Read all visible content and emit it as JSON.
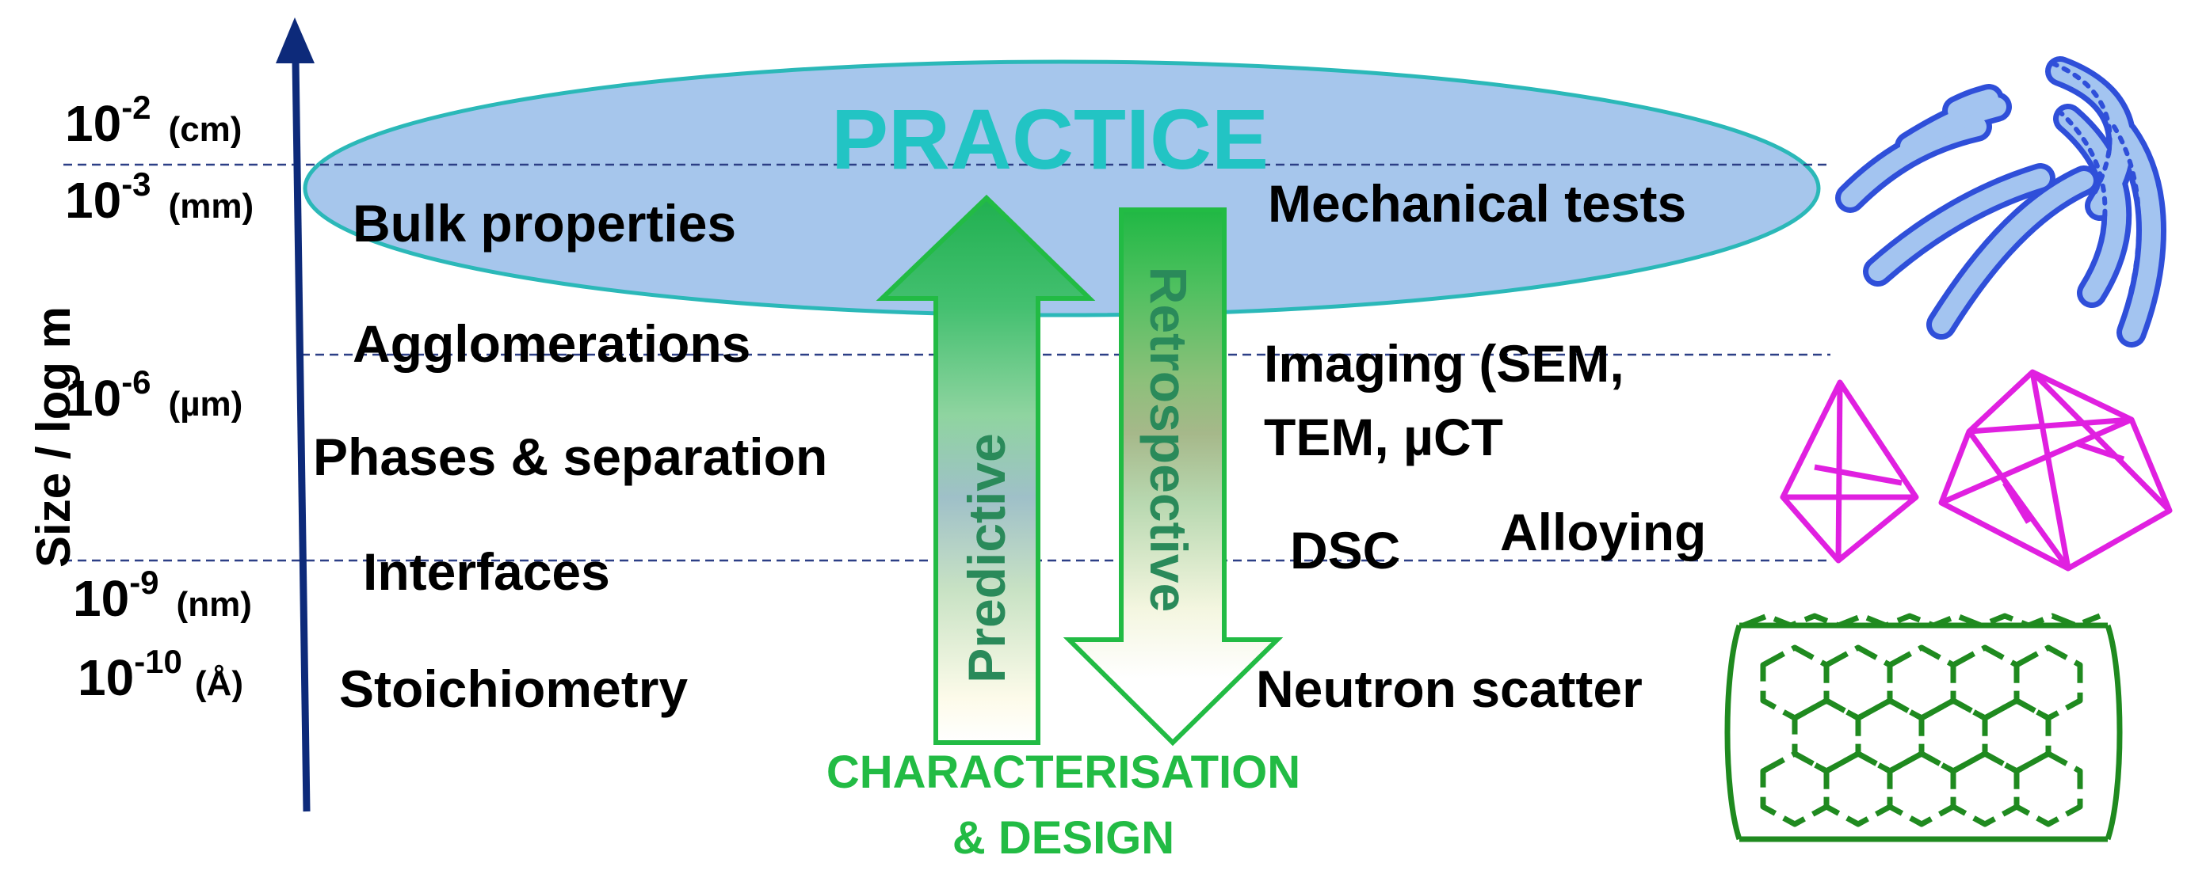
{
  "axis": {
    "label": "Size / log m",
    "ticks": [
      {
        "base": "10",
        "exp": "-2",
        "unit": "(cm)"
      },
      {
        "base": "10",
        "exp": "-3",
        "unit": "(mm)"
      },
      {
        "base": "10",
        "exp": "-6",
        "unit": "(µm)"
      },
      {
        "base": "10",
        "exp": "-9",
        "unit": "(nm)"
      },
      {
        "base": "10",
        "exp": "-10",
        "unit": "(Å)"
      }
    ]
  },
  "practice_label": "PRACTICE",
  "scales": [
    "Bulk properties",
    "Agglomerations",
    "Phases & separation",
    "Interfaces",
    "Stoichiometry"
  ],
  "techniques": {
    "mechanical": "Mechanical tests",
    "imaging_line1": "Imaging (SEM,",
    "imaging_line2": "TEM, µCT",
    "dsc": "DSC",
    "alloying": "Alloying",
    "neutron": "Neutron scatter"
  },
  "arrows": {
    "predictive": "Predictive",
    "retrospective": "Retrospective"
  },
  "caption": {
    "line1": "CHARACTERISATION",
    "line2": "& DESIGN"
  },
  "colors": {
    "axis": "#0d2a7a",
    "ellipse_fill": "#a6c6ec",
    "ellipse_stroke": "#2bb8b8",
    "practice": "#22c4c4",
    "dashed": "#2c3f86",
    "arrow_green": "#22bb44",
    "arrow_label": "#2a8a5a",
    "caption": "#22bb44",
    "fibres": "#2f4fd9",
    "crystal": "#e020e0",
    "nanotube": "#1f8a1f"
  },
  "icons": [
    "fibres-icon",
    "crystal-icon",
    "nanotube-icon"
  ]
}
